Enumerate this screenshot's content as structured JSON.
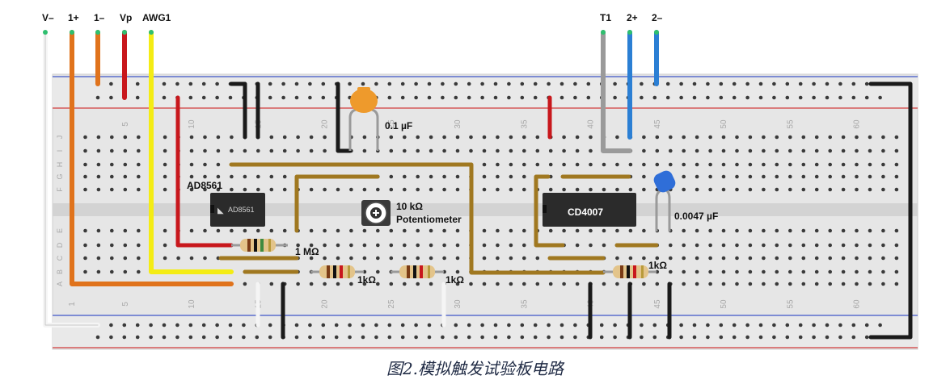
{
  "terminals": [
    "V–",
    "1+",
    "1–",
    "Vp",
    "AWG1",
    "T1",
    "2+",
    "2–"
  ],
  "components": {
    "opamp": "AD8561",
    "opamp_logo_text": "AD8561",
    "inverter": "CD4007",
    "pot_value": "10 kΩ",
    "pot_name": "Potentiometer",
    "cap1": "0.1 µF",
    "cap2": "0.0047 µF",
    "r_feedback": "1 MΩ",
    "r1": "1kΩ",
    "r2": "1kΩ",
    "r3": "1kΩ"
  },
  "breadboard": {
    "column_numbers": [
      "5",
      "10",
      "15",
      "20",
      "25",
      "30",
      "35",
      "40",
      "45",
      "50",
      "55",
      "60"
    ],
    "row_letters_top": [
      "J",
      "I",
      "H",
      "G",
      "F"
    ],
    "row_letters_bottom": [
      "E",
      "D",
      "C",
      "B",
      "A"
    ],
    "first_col_label": "1"
  },
  "colors": {
    "wire_orange": "#e0731c",
    "wire_red": "#c8171c",
    "wire_yellow": "#f4ec14",
    "wire_grey": "#9a9a9a",
    "wire_blue": "#2b7fd4",
    "wire_black": "#1a1a1a",
    "wire_white": "#f5f5f5",
    "wire_brown": "#a07820",
    "hole_green": "#2fbf6f"
  },
  "caption": "图2.模拟触发试验板电路"
}
